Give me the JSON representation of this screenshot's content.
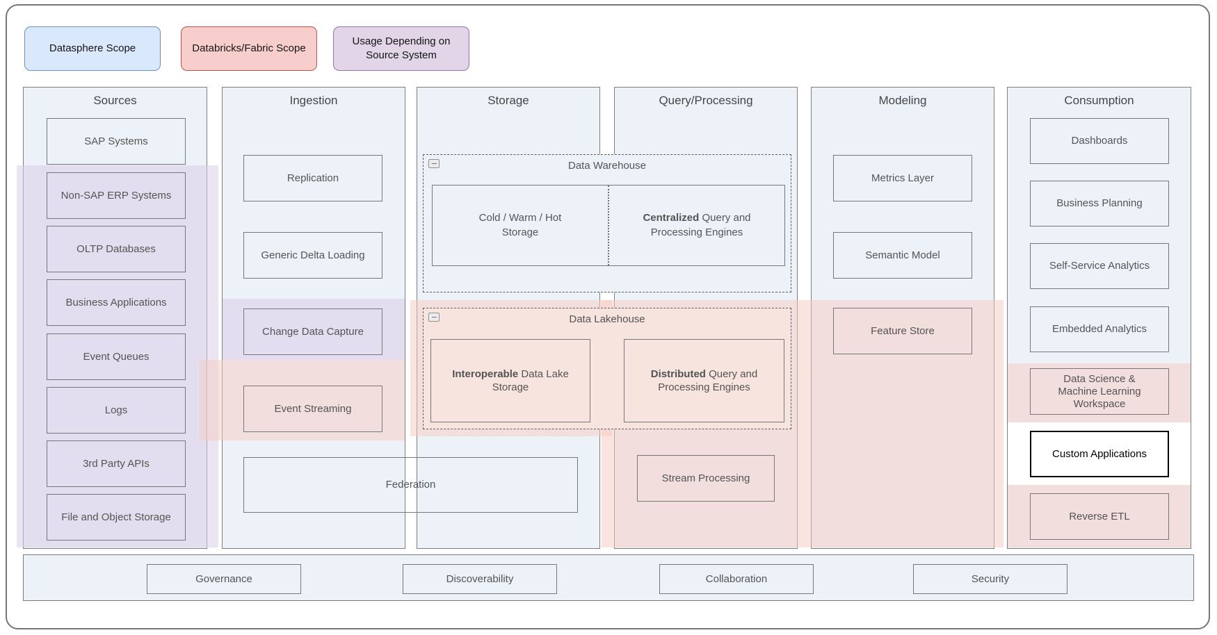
{
  "legend": {
    "items": [
      {
        "label": "Datasphere Scope",
        "fill": "#dae8fc",
        "stroke": "#6c8ebf"
      },
      {
        "label": "Databricks/Fabric Scope",
        "fill": "#f8cecc",
        "stroke": "#b85450"
      },
      {
        "label": "Usage Depending on\nSource System",
        "fill": "#e1d5e7",
        "stroke": "#9673a6"
      }
    ]
  },
  "columns": {
    "sources": {
      "title": "Sources",
      "items": [
        "SAP Systems",
        "Non-SAP ERP Systems",
        "OLTP Databases",
        "Business Applications",
        "Event Queues",
        "Logs",
        "3rd Party APIs",
        "File and Object Storage"
      ]
    },
    "ingestion": {
      "title": "Ingestion",
      "items": [
        "Replication",
        "Generic Delta Loading",
        "Change Data Capture",
        "Event Streaming"
      ],
      "federation": "Federation"
    },
    "storage": {
      "title": "Storage"
    },
    "query": {
      "title": "Query/Processing",
      "stream_processing": "Stream Processing"
    },
    "modeling": {
      "title": "Modeling",
      "items": [
        "Metrics Layer",
        "Semantic Model",
        "Feature Store"
      ]
    },
    "consumption": {
      "title": "Consumption",
      "items": [
        "Dashboards",
        "Business Planning",
        "Self-Service Analytics",
        "Embedded Analytics",
        "Data Science &\nMachine Learning\nWorkspace",
        "Custom Applications",
        "Reverse ETL"
      ]
    }
  },
  "groups": {
    "data_warehouse": {
      "title": "Data Warehouse",
      "left_label": "Cold / Warm / Hot\nStorage",
      "right_bold": "Centralized",
      "right_rest": " Query and\nProcessing Engines"
    },
    "data_lakehouse": {
      "title": "Data Lakehouse",
      "left_bold": "Interoperable",
      "left_rest": " Data Lake\nStorage",
      "right_bold": "Distributed",
      "right_rest": " Query and\nProcessing Engines"
    }
  },
  "footer": {
    "items": [
      "Governance",
      "Discoverability",
      "Collaboration",
      "Security"
    ]
  },
  "colors": {
    "column_fill": "#edf2f9",
    "column_stroke": "#7e7e7e",
    "scope_blue_fill": "#dae8fc",
    "scope_blue_stroke": "#6c8ebf",
    "scope_red_fill": "#f8cecc",
    "scope_red_stroke": "#b85450",
    "scope_purple_fill": "#e1d5e7",
    "scope_purple_stroke": "#9673a6",
    "lakehouse_fill": "#f7e4de",
    "text_gray": "#545454"
  }
}
